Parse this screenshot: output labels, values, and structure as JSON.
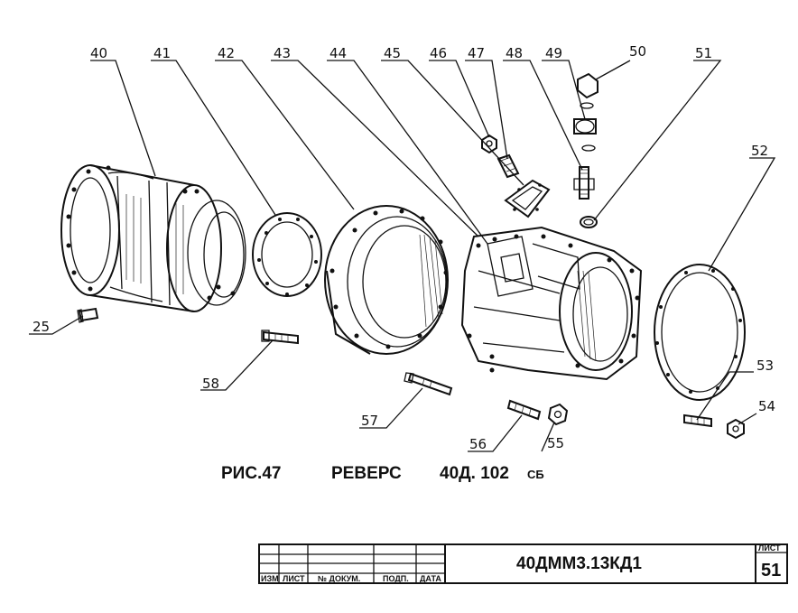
{
  "caption": {
    "figure": "РИС.47",
    "title": "РЕВЕРС",
    "part_number": "40Д. 102",
    "part_suffix": "СБ"
  },
  "callouts": [
    "40",
    "41",
    "42",
    "43",
    "44",
    "45",
    "46",
    "47",
    "48",
    "49",
    "50",
    "51",
    "52",
    "53",
    "54",
    "55",
    "56",
    "57",
    "58",
    "25"
  ],
  "title_block": {
    "document_code": "40ДММ3.13КД1",
    "sheet_label": "ЛИСТ",
    "sheet_number": "51",
    "columns": [
      "ИЗМ",
      "ЛИСТ",
      "№ ДОКУМ.",
      "ПОДП.",
      "ДАТА"
    ]
  }
}
